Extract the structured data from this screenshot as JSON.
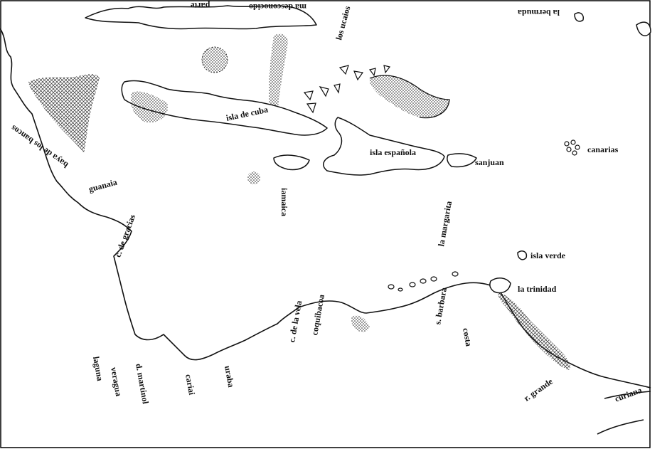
{
  "map": {
    "border_color": "#000000",
    "ink_color": "#111111",
    "labels": {
      "isla_de_cuba": "isla de cuba",
      "isla_espanola": "isla española",
      "los_ucaios": "los ucaios",
      "la_bermuda": "la bermuda",
      "jamaica": "iamaica",
      "sant_juan": "sanjuan",
      "canarias": "canarias",
      "isla_verde": "isla verde",
      "la_trinidad": "la trinidad",
      "la_margarita": "la margarita",
      "baya_de_los_bancos": "baya de los bancos",
      "guanaia": "guanaia",
      "c_de_gracias": "c. de gracias",
      "mar_top": "ma desconocido",
      "parte_top": "parte",
      "rio_grande": "r. grande",
      "c_de_la_vela": "c. de la vela",
      "coquibacoa": "coquibacoa",
      "st_barbara": "s. barbara",
      "curiana": "curiana",
      "uraba": "uraba",
      "cariai": "cariai",
      "d_martinol": "d. martinol",
      "veragua": "veragua",
      "laguna": "laguna",
      "costa": "costa"
    }
  }
}
